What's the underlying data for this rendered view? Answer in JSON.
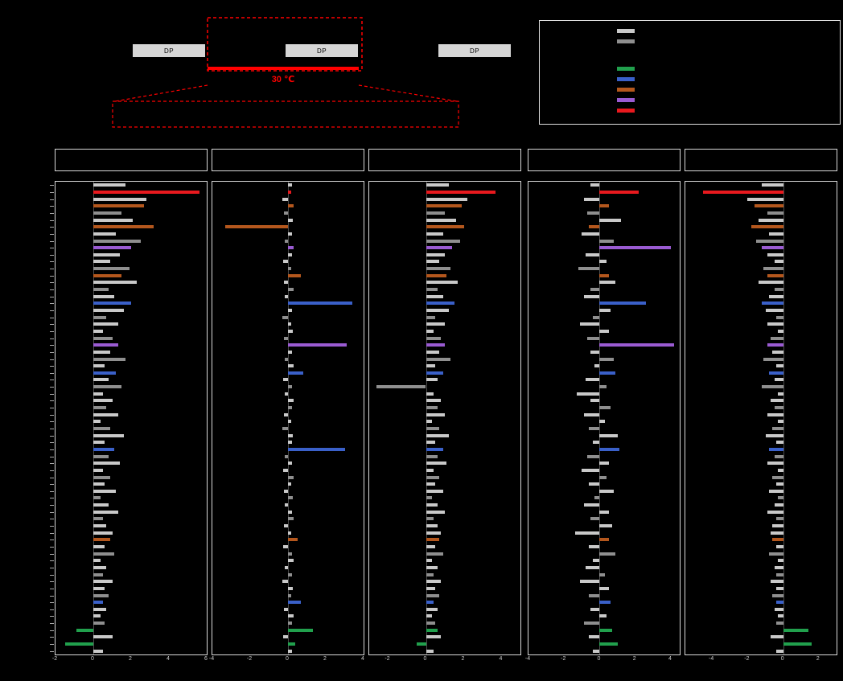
{
  "figure": {
    "background": "#000000"
  },
  "schematic": {
    "boxes": [
      "DP",
      "DP",
      "DP"
    ],
    "temperature_label": "30 ℃",
    "highlight_color": "#ff0000",
    "box_fill": "#d6d6d6",
    "box_text_color": "#000000"
  },
  "legend": {
    "border_color": "#e0e0e0",
    "items": [
      {
        "color_key": "gray_light",
        "label": "",
        "gap_before": false
      },
      {
        "color_key": "gray_dark",
        "label": "",
        "gap_before": false
      },
      {
        "color_key": "green",
        "label": "",
        "gap_before": true
      },
      {
        "color_key": "blue",
        "label": "",
        "gap_before": false
      },
      {
        "color_key": "brown",
        "label": "",
        "gap_before": false
      },
      {
        "color_key": "purple",
        "label": "",
        "gap_before": false
      },
      {
        "color_key": "red",
        "label": "",
        "gap_before": false
      }
    ]
  },
  "chart_data": {
    "type": "bar",
    "orientation": "horizontal",
    "title": "",
    "grid": false,
    "legend_position": "top-right",
    "n_rows": 68,
    "categories": [],
    "category_labels_visible": false,
    "palette": {
      "gray_light": "#c9c9c9",
      "gray_dark": "#8f8f8f",
      "green": "#21a04d",
      "blue": "#3a60c9",
      "brown": "#b4571d",
      "purple": "#9a5bd2",
      "red": "#e8191e"
    },
    "row_colors": [
      "gray_light",
      "red",
      "gray_light",
      "brown",
      "gray_dark",
      "gray_light",
      "brown",
      "gray_light",
      "gray_dark",
      "purple",
      "gray_light",
      "gray_light",
      "gray_dark",
      "brown",
      "gray_light",
      "gray_dark",
      "gray_light",
      "blue",
      "gray_light",
      "gray_dark",
      "gray_light",
      "gray_light",
      "gray_dark",
      "purple",
      "gray_light",
      "gray_dark",
      "gray_light",
      "blue",
      "gray_light",
      "gray_dark",
      "gray_light",
      "gray_light",
      "gray_dark",
      "gray_light",
      "gray_light",
      "gray_dark",
      "gray_light",
      "gray_light",
      "blue",
      "gray_dark",
      "gray_light",
      "gray_light",
      "gray_dark",
      "gray_light",
      "gray_light",
      "gray_dark",
      "gray_light",
      "gray_light",
      "gray_dark",
      "gray_light",
      "gray_light",
      "brown",
      "gray_light",
      "gray_dark",
      "gray_light",
      "gray_light",
      "gray_dark",
      "gray_light",
      "gray_light",
      "gray_dark",
      "blue",
      "gray_light",
      "gray_light",
      "gray_dark",
      "green",
      "gray_light",
      "green",
      "gray_light"
    ],
    "series": [
      {
        "name": "",
        "xlim": [
          -2,
          6
        ],
        "ticks": [
          -2,
          0,
          2,
          4,
          6
        ],
        "values": [
          1.7,
          5.6,
          2.8,
          2.7,
          1.5,
          2.1,
          3.2,
          1.2,
          2.5,
          2.0,
          1.4,
          0.9,
          1.9,
          1.5,
          2.3,
          0.8,
          1.1,
          2.0,
          1.6,
          0.7,
          1.3,
          0.5,
          1.0,
          1.3,
          0.9,
          1.7,
          0.6,
          1.2,
          0.8,
          1.5,
          0.5,
          1.0,
          0.7,
          1.3,
          0.4,
          0.9,
          1.6,
          0.6,
          1.1,
          0.8,
          1.4,
          0.5,
          0.9,
          0.6,
          1.2,
          0.4,
          0.8,
          1.3,
          0.5,
          0.7,
          1.0,
          0.9,
          0.6,
          1.1,
          0.4,
          0.7,
          0.5,
          1.0,
          0.6,
          0.8,
          0.5,
          0.7,
          0.4,
          0.6,
          -0.9,
          1.0,
          -1.5,
          0.5
        ]
      },
      {
        "name": "",
        "xlim": [
          -4,
          4
        ],
        "ticks": [
          -4,
          -2,
          0,
          2,
          4
        ],
        "values": [
          0.2,
          0.15,
          -0.3,
          0.3,
          -0.2,
          0.25,
          -3.3,
          0.2,
          -0.15,
          0.3,
          0.2,
          -0.25,
          0.15,
          0.7,
          -0.2,
          0.3,
          -0.15,
          3.4,
          0.2,
          -0.3,
          0.15,
          0.25,
          -0.2,
          3.1,
          0.2,
          -0.15,
          0.3,
          0.8,
          -0.25,
          0.2,
          -0.15,
          0.3,
          0.2,
          -0.2,
          0.15,
          -0.3,
          0.25,
          0.2,
          3.0,
          -0.15,
          0.2,
          -0.25,
          0.3,
          0.15,
          -0.2,
          0.25,
          -0.15,
          0.2,
          0.3,
          -0.2,
          0.15,
          0.5,
          -0.25,
          0.2,
          0.3,
          -0.15,
          0.2,
          -0.3,
          0.25,
          0.15,
          0.7,
          -0.2,
          0.3,
          0.2,
          1.3,
          -0.25,
          0.4,
          0.2
        ]
      },
      {
        "name": "",
        "xlim": [
          -3,
          5
        ],
        "ticks": [
          -2,
          0,
          2,
          4
        ],
        "values": [
          1.2,
          3.7,
          2.2,
          1.9,
          1.0,
          1.6,
          2.0,
          0.9,
          1.8,
          1.4,
          1.0,
          0.7,
          1.3,
          1.1,
          1.7,
          0.6,
          0.9,
          1.5,
          1.2,
          0.5,
          1.0,
          0.4,
          0.8,
          1.0,
          0.7,
          1.3,
          0.5,
          0.9,
          0.6,
          -2.6,
          0.4,
          0.8,
          0.6,
          1.0,
          0.3,
          0.7,
          1.2,
          0.5,
          0.9,
          0.6,
          1.1,
          0.4,
          0.7,
          0.5,
          0.9,
          0.3,
          0.6,
          1.0,
          0.4,
          0.6,
          0.8,
          0.7,
          0.5,
          0.9,
          0.3,
          0.6,
          0.4,
          0.8,
          0.5,
          0.7,
          0.4,
          0.6,
          0.3,
          0.5,
          0.6,
          0.8,
          -0.5,
          0.4
        ]
      },
      {
        "name": "",
        "xlim": [
          -4,
          4.5
        ],
        "ticks": [
          -4,
          -2,
          0,
          2,
          4
        ],
        "values": [
          -0.5,
          2.2,
          -0.9,
          0.5,
          -0.7,
          1.2,
          -0.6,
          -1.0,
          0.8,
          4.0,
          -0.8,
          0.4,
          -1.2,
          0.5,
          0.9,
          -0.5,
          -0.9,
          2.6,
          0.6,
          -0.4,
          -1.1,
          0.5,
          -0.7,
          4.2,
          -0.5,
          0.8,
          -0.3,
          0.9,
          -0.8,
          0.4,
          -1.3,
          -0.5,
          0.6,
          -0.9,
          0.3,
          -0.6,
          1.0,
          -0.4,
          1.1,
          -0.7,
          0.5,
          -1.0,
          0.4,
          -0.6,
          0.8,
          -0.3,
          -0.9,
          0.5,
          -0.5,
          0.7,
          -1.4,
          0.5,
          -0.6,
          0.9,
          -0.4,
          -0.8,
          0.3,
          -1.1,
          0.5,
          -0.6,
          0.6,
          -0.5,
          0.4,
          -0.9,
          0.7,
          -0.6,
          1.0,
          -0.4
        ]
      },
      {
        "name": "",
        "xlim": [
          -5.5,
          3
        ],
        "ticks": [
          -4,
          -2,
          0,
          2
        ],
        "values": [
          -1.2,
          -4.5,
          -2.0,
          -1.6,
          -0.9,
          -1.4,
          -1.8,
          -0.8,
          -1.5,
          -1.2,
          -0.9,
          -0.5,
          -1.1,
          -0.9,
          -1.4,
          -0.5,
          -0.8,
          -1.2,
          -1.0,
          -0.4,
          -0.9,
          -0.3,
          -0.7,
          -0.9,
          -0.6,
          -1.1,
          -0.4,
          -0.8,
          -0.5,
          -1.2,
          -0.3,
          -0.7,
          -0.5,
          -0.9,
          -0.3,
          -0.6,
          -1.0,
          -0.4,
          -0.8,
          -0.5,
          -0.9,
          -0.3,
          -0.6,
          -0.4,
          -0.8,
          -0.3,
          -0.5,
          -0.9,
          -0.4,
          -0.6,
          -0.7,
          -0.6,
          -0.4,
          -0.8,
          -0.3,
          -0.5,
          -0.4,
          -0.7,
          -0.4,
          -0.6,
          -0.4,
          -0.5,
          -0.3,
          -0.4,
          1.4,
          -0.7,
          1.6,
          -0.4
        ]
      }
    ]
  }
}
